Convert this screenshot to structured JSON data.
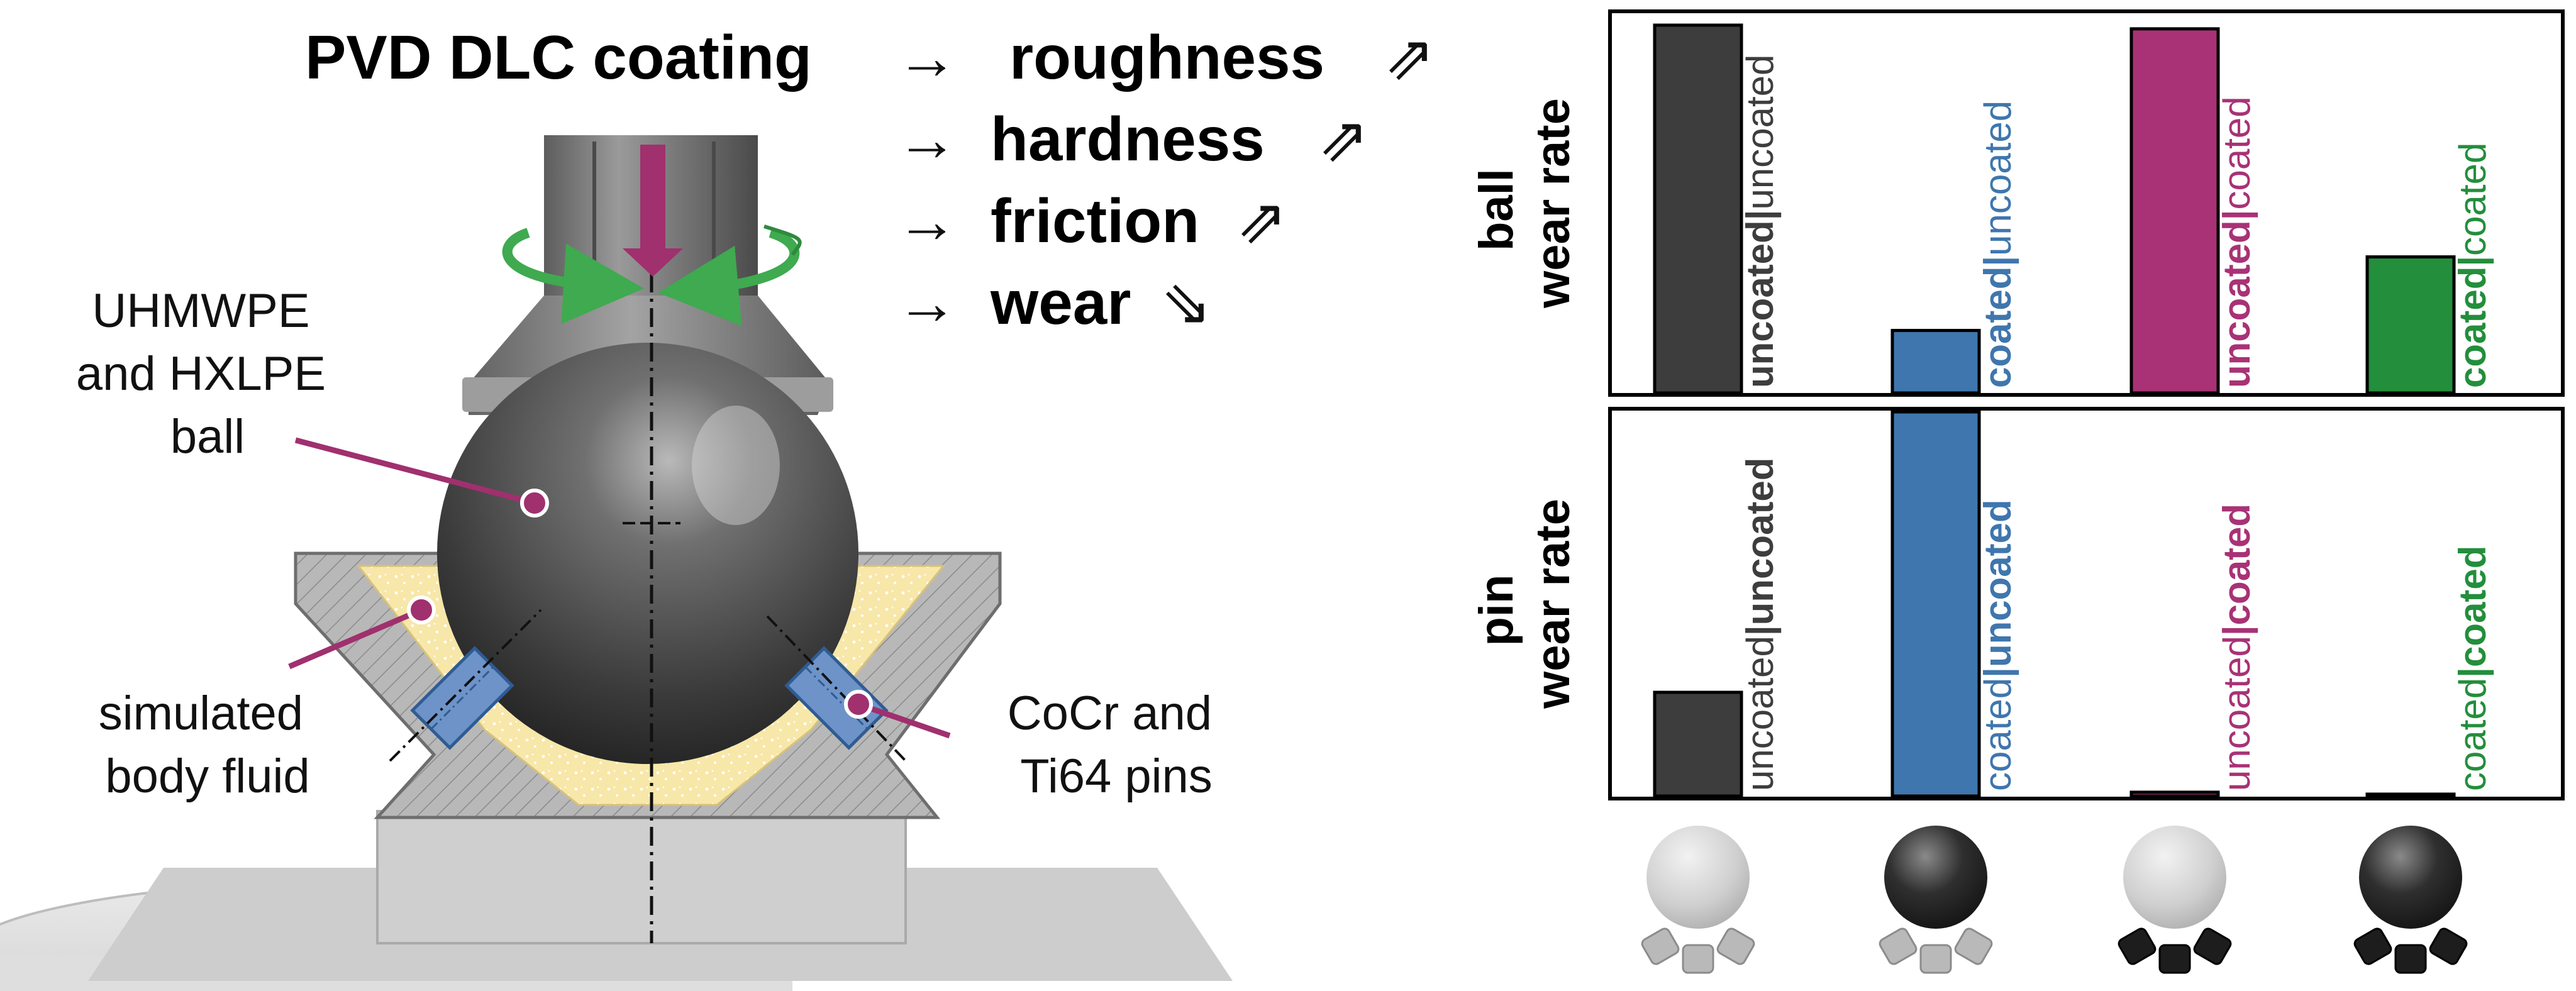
{
  "headline": {
    "coating": "PVD DLC coating",
    "effects": [
      {
        "arrow": "→",
        "property": "roughness",
        "trend": "⇗"
      },
      {
        "arrow": "→",
        "property": "hardness",
        "trend": "⇗"
      },
      {
        "arrow": "→",
        "property": "friction",
        "trend": "⇗"
      },
      {
        "arrow": "→",
        "property": "wear",
        "trend": "⇘"
      }
    ]
  },
  "callouts": {
    "ball": [
      "UHMWPE",
      "and HXLPE",
      "ball"
    ],
    "fluid": [
      "simulated",
      "body fluid"
    ],
    "pins": [
      "CoCr and",
      "Ti64 pins"
    ]
  },
  "colors": {
    "uncoated_uncoated": "#3d3d3d",
    "coated_uncoated": "#3f76ad",
    "uncoated_coated": "#a83275",
    "coated_coated": "#238e3c",
    "callout": "#a0306e",
    "rotation_arrow": "#3faa4f"
  },
  "chart_data": [
    {
      "type": "bar",
      "panel": "ball",
      "ylabel_lines": [
        "ball",
        "wear rate"
      ],
      "categories": [
        "uncoated|uncoated",
        "coated|uncoated",
        "uncoated|coated",
        "coated|coated"
      ],
      "category_parts": [
        [
          "uncoated",
          "uncoated"
        ],
        [
          "coated",
          "uncoated"
        ],
        [
          "uncoated",
          "coated"
        ],
        [
          "coated",
          "coated"
        ]
      ],
      "bold_part": 0,
      "values": [
        1.0,
        0.17,
        0.99,
        0.37
      ],
      "ylim": [
        0,
        1.0
      ],
      "grid": false,
      "tick_labels": false
    },
    {
      "type": "bar",
      "panel": "pin",
      "ylabel_lines": [
        "pin",
        "wear rate"
      ],
      "categories": [
        "uncoated|uncoated",
        "coated|uncoated",
        "uncoated|coated",
        "coated|coated"
      ],
      "category_parts": [
        [
          "uncoated",
          "uncoated"
        ],
        [
          "coated",
          "uncoated"
        ],
        [
          "uncoated",
          "coated"
        ],
        [
          "coated",
          "coated"
        ]
      ],
      "bold_part": 1,
      "values": [
        0.27,
        1.0,
        0.01,
        0.005
      ],
      "ylim": [
        0,
        1.0
      ],
      "grid": false,
      "tick_labels": false
    }
  ],
  "sample_icons": [
    {
      "ball": "light",
      "pins": "light"
    },
    {
      "ball": "dark",
      "pins": "light"
    },
    {
      "ball": "light",
      "pins": "dark"
    },
    {
      "ball": "dark",
      "pins": "dark"
    }
  ]
}
